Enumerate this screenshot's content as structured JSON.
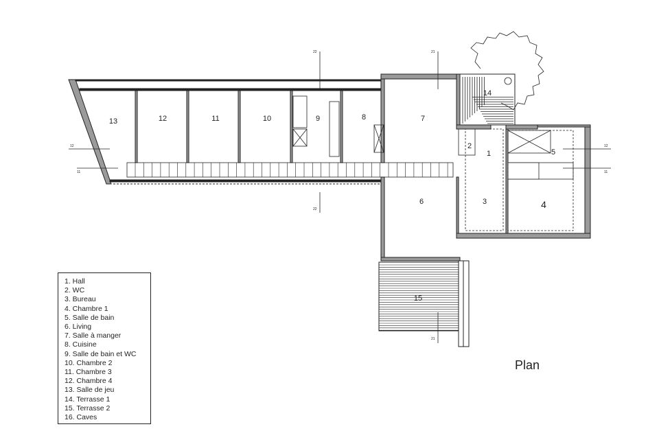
{
  "title": "Plan",
  "rooms": {
    "r1": "1",
    "r2": "2",
    "r3": "3",
    "r4": "4",
    "r5": "5",
    "r6": "6",
    "r7": "7",
    "r8": "8",
    "r9": "9",
    "r10": "10",
    "r11": "11",
    "r12": "12",
    "r13": "13",
    "r14": "14",
    "r15": "15"
  },
  "section_marks": {
    "s22": "22",
    "s21": "21",
    "s12": "12",
    "s11": "11"
  },
  "legend": [
    "1. Hall",
    "2. WC",
    "3. Bureau",
    "4. Chambre 1",
    "5. Salle de bain",
    "6. Living",
    "7. Salle à manger",
    "8. Cuisine",
    "9. Salle de bain et WC",
    "10. Chambre 2",
    "11. Chambre 3",
    "12. Chambre 4",
    "13. Salle de jeu",
    "14. Terrasse 1",
    "15. Terrasse 2",
    "16. Caves"
  ],
  "colors": {
    "wall": "#9a9a9a",
    "line": "#222222"
  }
}
